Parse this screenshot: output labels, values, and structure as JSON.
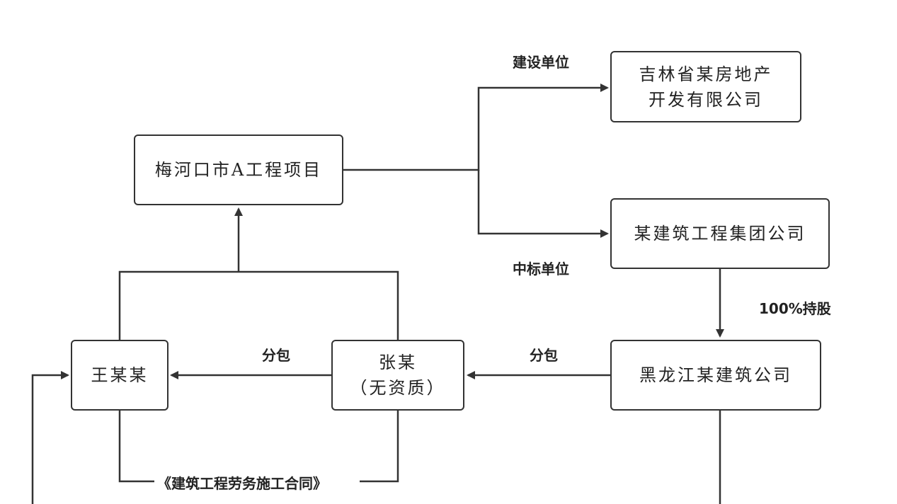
{
  "nodes": {
    "project": "梅河口市A工程项目",
    "developer_line1": "吉林省某房地产",
    "developer_line2": "开发有限公司",
    "group_company": "某建筑工程集团公司",
    "heilongjiang_company": "黑龙江某建筑公司",
    "zhang_line1": "张某",
    "zhang_line2": "（无资质）",
    "wang": "王某某"
  },
  "labels": {
    "construction_unit": "建设单位",
    "winning_bidder": "中标单位",
    "shareholding": "100%持股",
    "subcontract_right": "分包",
    "subcontract_left": "分包",
    "contract": "《建筑工程劳务施工合同》"
  },
  "colors": {
    "line": "#333333",
    "box_border": "#333333",
    "background": "#ffffff"
  }
}
